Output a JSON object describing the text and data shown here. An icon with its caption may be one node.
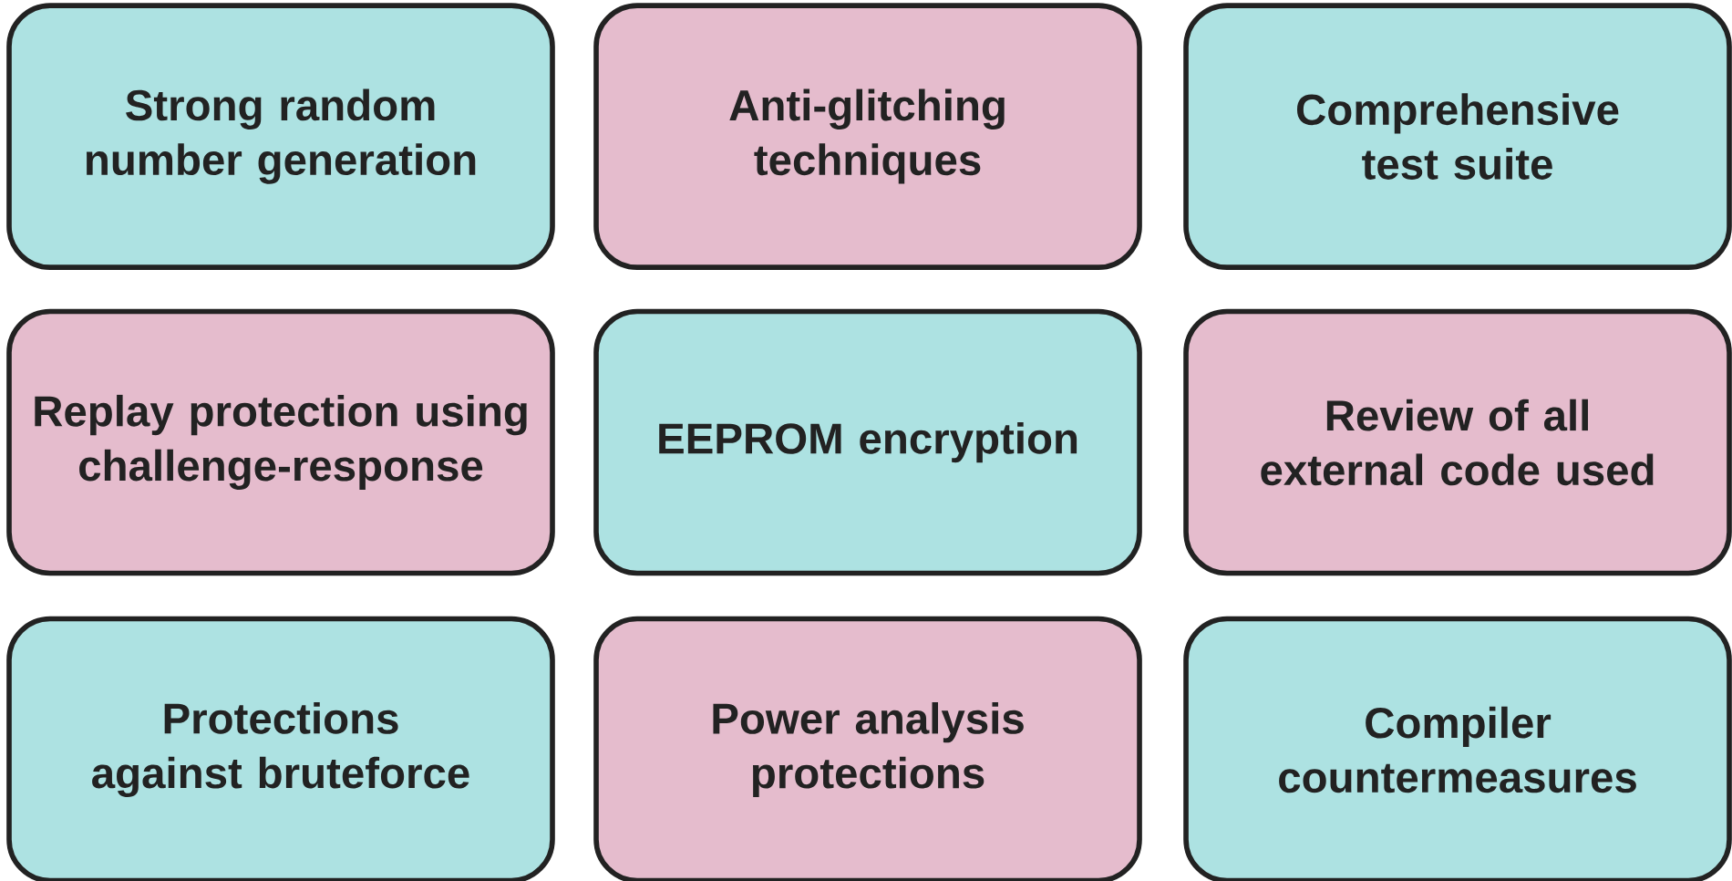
{
  "diagram": {
    "nodes": [
      {
        "text": [
          "Strong random number generation"
        ]
      },
      {
        "text": [
          "Anti-glitching techniques"
        ]
      },
      {
        "text": [
          "Comprehensive test suite"
        ]
      },
      {
        "text": [
          "Replay protection using challenge-response"
        ]
      },
      {
        "text": [
          "EEPROM encryption"
        ]
      },
      {
        "text": [
          "Review of all external code used"
        ]
      },
      {
        "text": [
          "Protections against bruteforce"
        ]
      },
      {
        "text": [
          "Power analysis protections"
        ]
      },
      {
        "text": [
          "Compiler countermeasures"
        ]
      }
    ]
  }
}
